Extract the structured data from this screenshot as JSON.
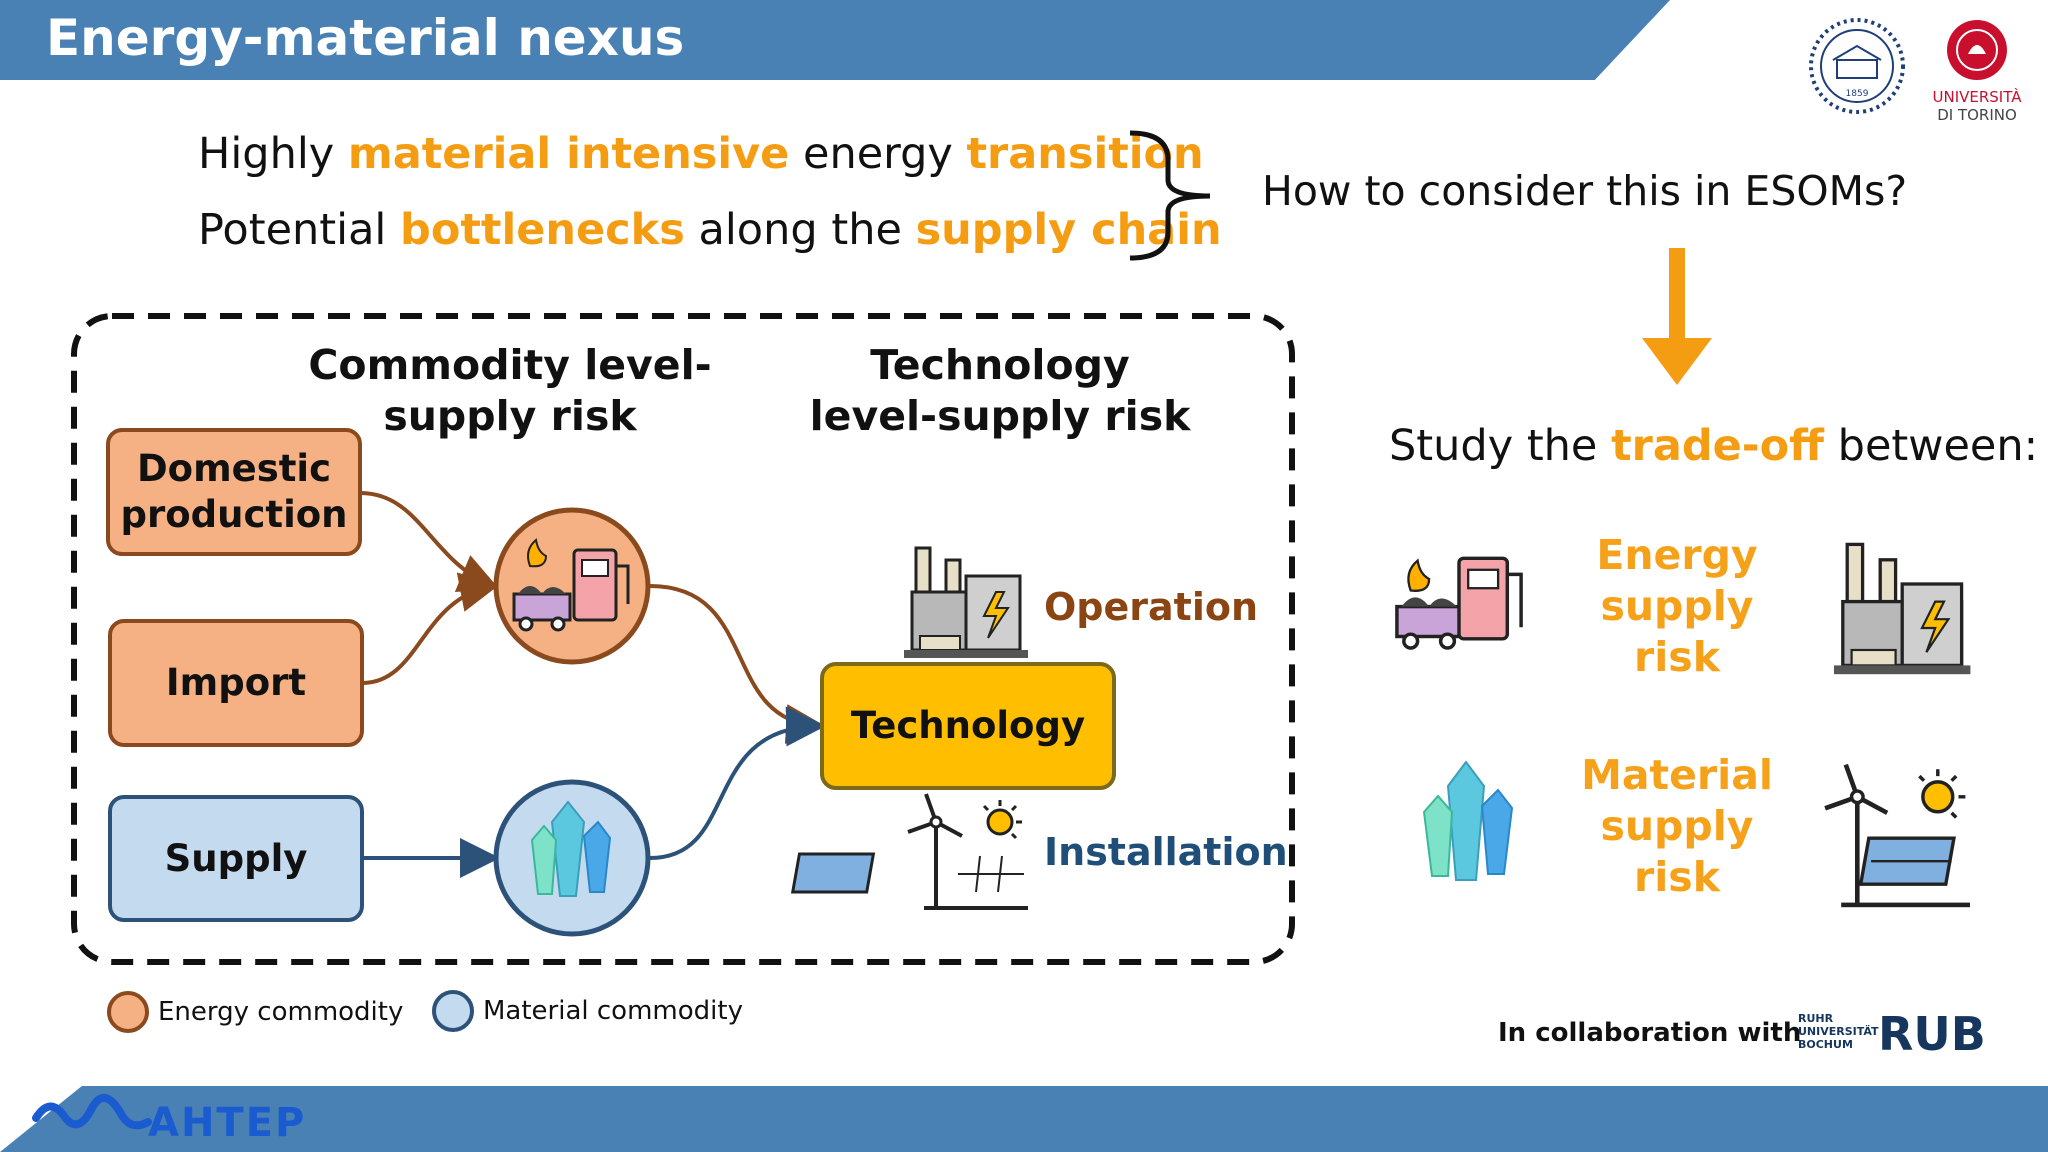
{
  "slide": {
    "title": "Energy-material nexus"
  },
  "logos": {
    "unito_text_line1": "UNIVERSITÀ",
    "unito_text_line2": "DI TORINO",
    "polito_year": "1859",
    "aahtep_text": "AHTEP",
    "rub_text": "RUB",
    "rub_small_1": "RUHR",
    "rub_small_2": "UNIVERSITÄT",
    "rub_small_3": "BOCHUM"
  },
  "statements": {
    "line1": {
      "p1": "Highly ",
      "h1": "material intensive",
      "p2": " energy ",
      "h2": "transition"
    },
    "line2": {
      "p1": "Potential ",
      "h1": "bottlenecks",
      "p2": " along the ",
      "h2": "supply chain"
    }
  },
  "question": "How to consider this in ESOMs?",
  "study": {
    "p1": "Study the ",
    "h1": "trade-off",
    "p2": " between:"
  },
  "diagram": {
    "commodity_header": [
      "Commodity level-",
      "supply risk"
    ],
    "technology_header": [
      "Technology",
      "level-supply risk"
    ],
    "domestic": [
      "Domestic",
      "production"
    ],
    "import": "Import",
    "supply": "Supply",
    "technology": "Technology",
    "operation": "Operation",
    "installation": "Installation"
  },
  "tradeoff": {
    "energy_risk": [
      "Energy",
      "supply",
      "risk"
    ],
    "material_risk": [
      "Material",
      "supply",
      "risk"
    ]
  },
  "legend": {
    "energy": "Energy commodity",
    "material": "Material commodity"
  },
  "collaboration": "In collaboration with",
  "colors": {
    "banner": "#4a81b4",
    "highlight": "#f59d12",
    "energy_fill": "#f5b184",
    "energy_border": "#8a4a1e",
    "material_fill": "#c4daee",
    "material_border": "#2d527a",
    "technology_fill": "#ffbf00",
    "operation_text": "#8b4513",
    "installation_text": "#1f4e79"
  }
}
